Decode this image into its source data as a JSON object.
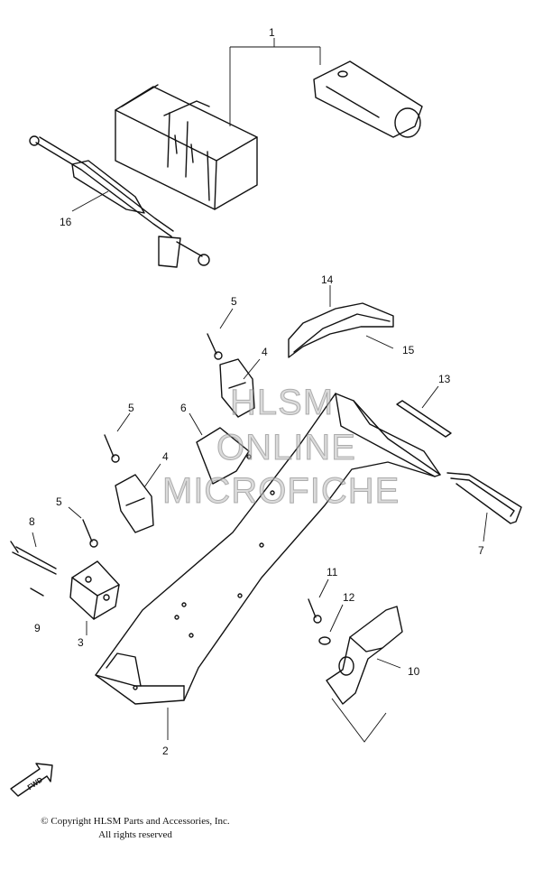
{
  "callouts": [
    {
      "id": "c1",
      "text": "1"
    },
    {
      "id": "c2",
      "text": "2"
    },
    {
      "id": "c3",
      "text": "3"
    },
    {
      "id": "c4a",
      "text": "4"
    },
    {
      "id": "c4b",
      "text": "4"
    },
    {
      "id": "c5a",
      "text": "5"
    },
    {
      "id": "c5b",
      "text": "5"
    },
    {
      "id": "c5c",
      "text": "5"
    },
    {
      "id": "c6",
      "text": "6"
    },
    {
      "id": "c7",
      "text": "7"
    },
    {
      "id": "c8",
      "text": "8"
    },
    {
      "id": "c9",
      "text": "9"
    },
    {
      "id": "c10",
      "text": "10"
    },
    {
      "id": "c11",
      "text": "11"
    },
    {
      "id": "c12",
      "text": "12"
    },
    {
      "id": "c13",
      "text": "13"
    },
    {
      "id": "c14",
      "text": "14"
    },
    {
      "id": "c15",
      "text": "15"
    },
    {
      "id": "c16",
      "text": "16"
    }
  ],
  "watermark": {
    "line1": "HLSM",
    "line2": "ONLINE",
    "line3": "MICROFICHE"
  },
  "fwd_badge": "FWD",
  "copyright": {
    "line1": "© Copyright HLSM Parts and Accessories, Inc.",
    "line2": "All rights reserved"
  }
}
